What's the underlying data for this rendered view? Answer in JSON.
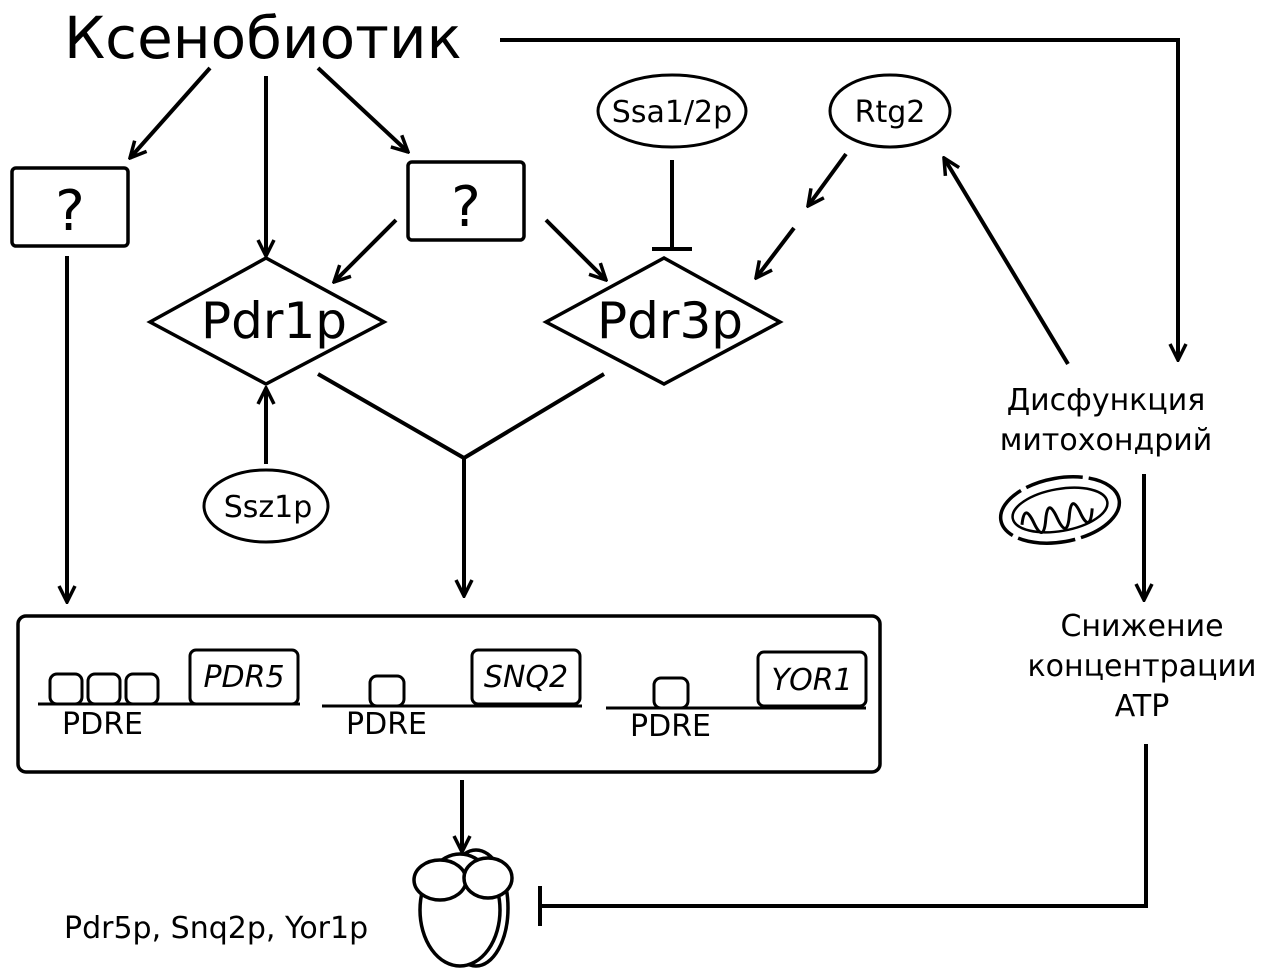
{
  "nodes": {
    "xenobiotic": "Ксенобиотик",
    "unknown_left": "?",
    "unknown_mid": "?",
    "ssa": "Ssa1/2p",
    "rtg2": "Rtg2",
    "pdr1p": "Pdr1p",
    "pdr3p": "Pdr3p",
    "ssz1p": "Ssz1p",
    "mito_line1": "Дисфункция",
    "mito_line2": "митохондрий",
    "atp_line1": "Снижение",
    "atp_line2": "концентрации",
    "atp_line3": "ATP",
    "transporters": "Pdr5p, Snq2p, Yor1p"
  },
  "genes": [
    {
      "name": "PDR5",
      "element": "PDRE"
    },
    {
      "name": "SNQ2",
      "element": "PDRE"
    },
    {
      "name": "YOR1",
      "element": "PDRE"
    }
  ],
  "icons": [
    "mitochondrion-icon",
    "transporter-icon"
  ]
}
